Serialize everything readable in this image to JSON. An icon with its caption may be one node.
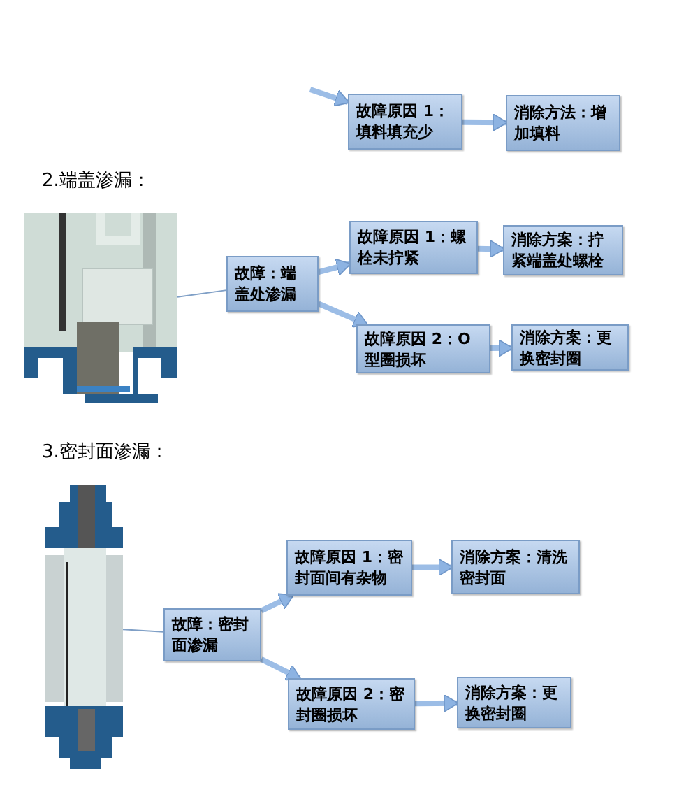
{
  "diagram": {
    "nodes": [
      {
        "text": [
          "故障原因 1：填料填充少"
        ]
      },
      {
        "text": [
          "消除方法：增加填料"
        ]
      },
      {
        "text": [],
        "shape": "picture"
      },
      {
        "text": [
          "故障：端盖处渗漏"
        ]
      },
      {
        "text": [
          "故障原因 1：螺栓未拧紧"
        ]
      },
      {
        "text": [
          "消除方案：拧紧端盖处螺栓"
        ]
      },
      {
        "text": [
          "故障原因 2：O 型圈损坏"
        ]
      },
      {
        "text": [
          "消除方案：更换密封圈"
        ]
      },
      {
        "text": [],
        "shape": "picture"
      },
      {
        "text": [
          "故障：密封面渗漏"
        ]
      },
      {
        "text": [
          "故障原因 1：密封面间有杂物"
        ]
      },
      {
        "text": [
          "消除方案：清洗密封面"
        ]
      },
      {
        "text": [
          "故障原因 2：密封圈损坏"
        ]
      },
      {
        "text": [
          "消除方案：更换密封圈"
        ]
      }
    ],
    "edges": [
      {
        "from": null,
        "to": 0,
        "arrow": "to"
      },
      {
        "from": 0,
        "to": 1,
        "arrow": "to"
      },
      {
        "from": 3,
        "to": 2,
        "arrow": "none"
      },
      {
        "from": 3,
        "to": 4,
        "arrow": "to"
      },
      {
        "from": 4,
        "to": 5,
        "arrow": "to"
      },
      {
        "from": 3,
        "to": 6,
        "arrow": "to"
      },
      {
        "from": 6,
        "to": 7,
        "arrow": "to"
      },
      {
        "from": 9,
        "to": 8,
        "arrow": "none"
      },
      {
        "from": 9,
        "to": 10,
        "arrow": "to"
      },
      {
        "from": 10,
        "to": 11,
        "arrow": "to"
      },
      {
        "from": 9,
        "to": 12,
        "arrow": "to"
      },
      {
        "from": 12,
        "to": 13,
        "arrow": "to"
      }
    ],
    "labels": [
      "2.端盖渗漏：",
      "3.密封面渗漏："
    ]
  }
}
